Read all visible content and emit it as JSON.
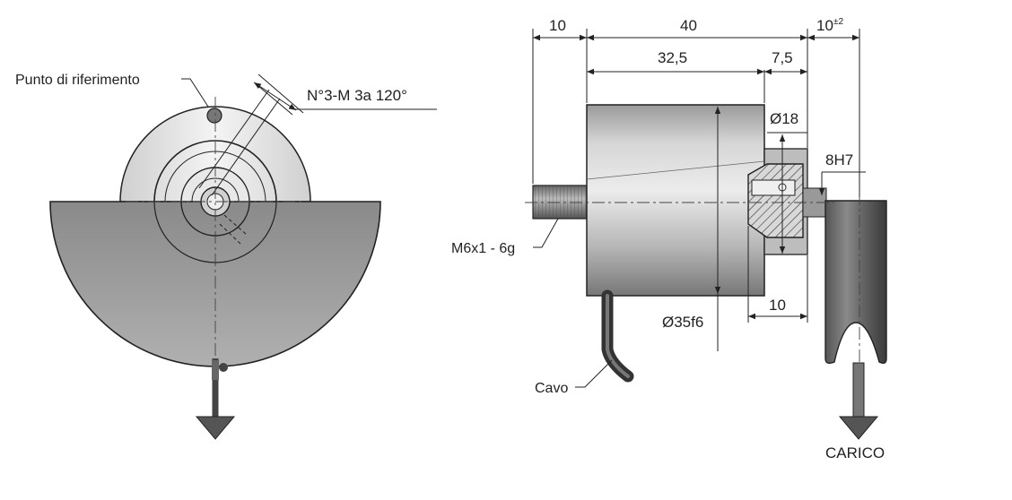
{
  "labels": {
    "reference_point": "Punto di riferimento",
    "holes": "N°3-M 3a 120°",
    "thread": "M6x1 - 6g",
    "cable": "Cavo",
    "load": "CARICO"
  },
  "dimensions": {
    "d10_left": "10",
    "d40": "40",
    "d10_tol": "10",
    "d10_tol_sup": "±2",
    "d32_5": "32,5",
    "d7_5": "7,5",
    "dia18": "Ø18",
    "h8h7": "8H7",
    "dia35": "Ø35f6",
    "d10_bottom": "10"
  }
}
